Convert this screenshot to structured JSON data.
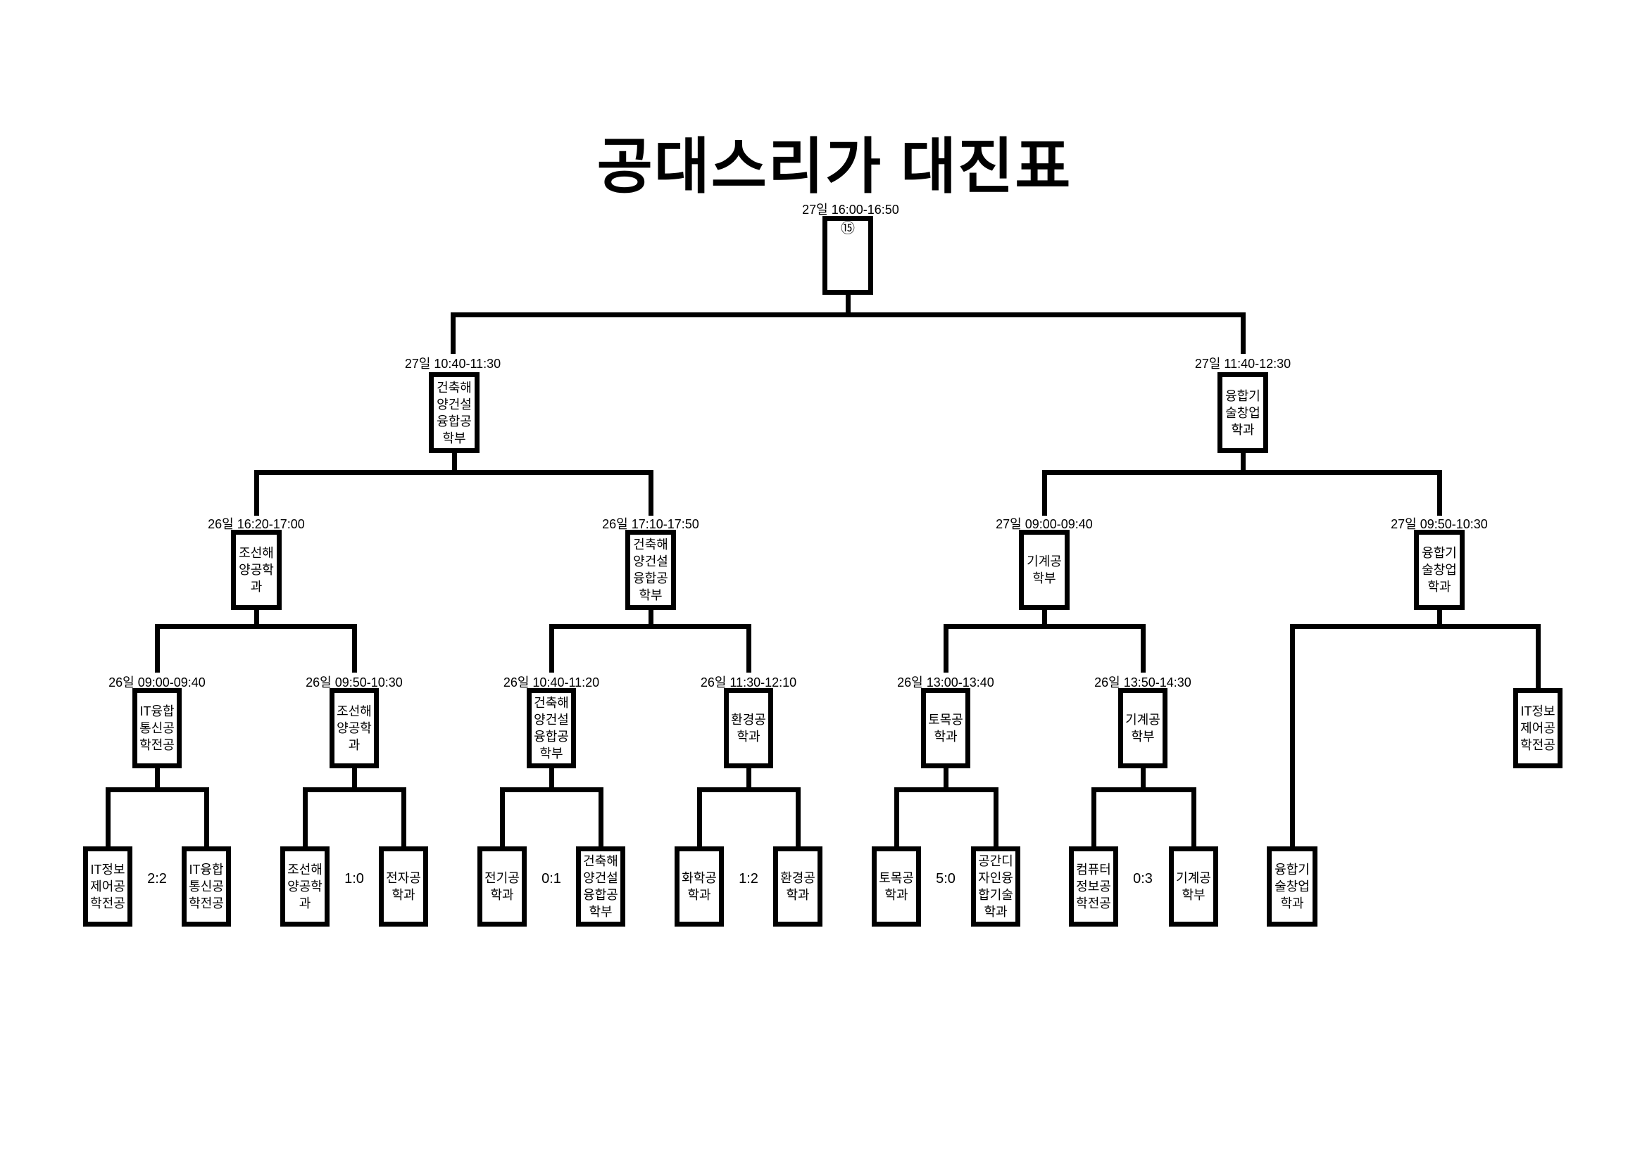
{
  "title": "공대스리가 대진표",
  "final": {
    "time": "27일 16:00-16:50",
    "seed": "⑮"
  },
  "semifinals": [
    {
      "time": "27일 10:40-11:30",
      "team": "건축해양건설융합공학부"
    },
    {
      "time": "27일 11:40-12:30",
      "team": "융합기술창업학과"
    }
  ],
  "quarterfinals": [
    {
      "time": "26일 16:20-17:00",
      "team": "조선해양공학과"
    },
    {
      "time": "26일 17:10-17:50",
      "team": "건축해양건설융합공학부"
    },
    {
      "time": "27일 09:00-09:40",
      "team": "기계공학부"
    },
    {
      "time": "27일 09:50-10:30",
      "team": "융합기술창업학과"
    }
  ],
  "round2": [
    {
      "time": "26일 09:00-09:40",
      "team": "IT융합통신공학전공"
    },
    {
      "time": "26일 09:50-10:30",
      "team": "조선해양공학과"
    },
    {
      "time": "26일 10:40-11:20",
      "team": "건축해양건설융합공학부"
    },
    {
      "time": "26일 11:30-12:10",
      "team": "환경공학과"
    },
    {
      "time": "26일 13:00-13:40",
      "team": "토목공학과"
    },
    {
      "time": "26일 13:50-14:30",
      "team": "기계공학부"
    }
  ],
  "bye_round2": {
    "team": "IT정보제어공학전공"
  },
  "bye_round1": {
    "team": "융합기술창업학과"
  },
  "round1": [
    {
      "left": "IT정보제어공학전공",
      "score": "2:2",
      "right": "IT융합통신공학전공"
    },
    {
      "left": "조선해양공학과",
      "score": "1:0",
      "right": "전자공학과"
    },
    {
      "left": "전기공학과",
      "score": "0:1",
      "right": "건축해양건설융합공학부"
    },
    {
      "left": "화학공학과",
      "score": "1:2",
      "right": "환경공학과"
    },
    {
      "left": "토목공학과",
      "score": "5:0",
      "right": "공간디자인융합기술학과"
    },
    {
      "left": "컴퓨터정보공학전공",
      "score": "0:3",
      "right": "기계공학부"
    }
  ],
  "colors": {
    "line": "#000000",
    "background": "#ffffff"
  }
}
